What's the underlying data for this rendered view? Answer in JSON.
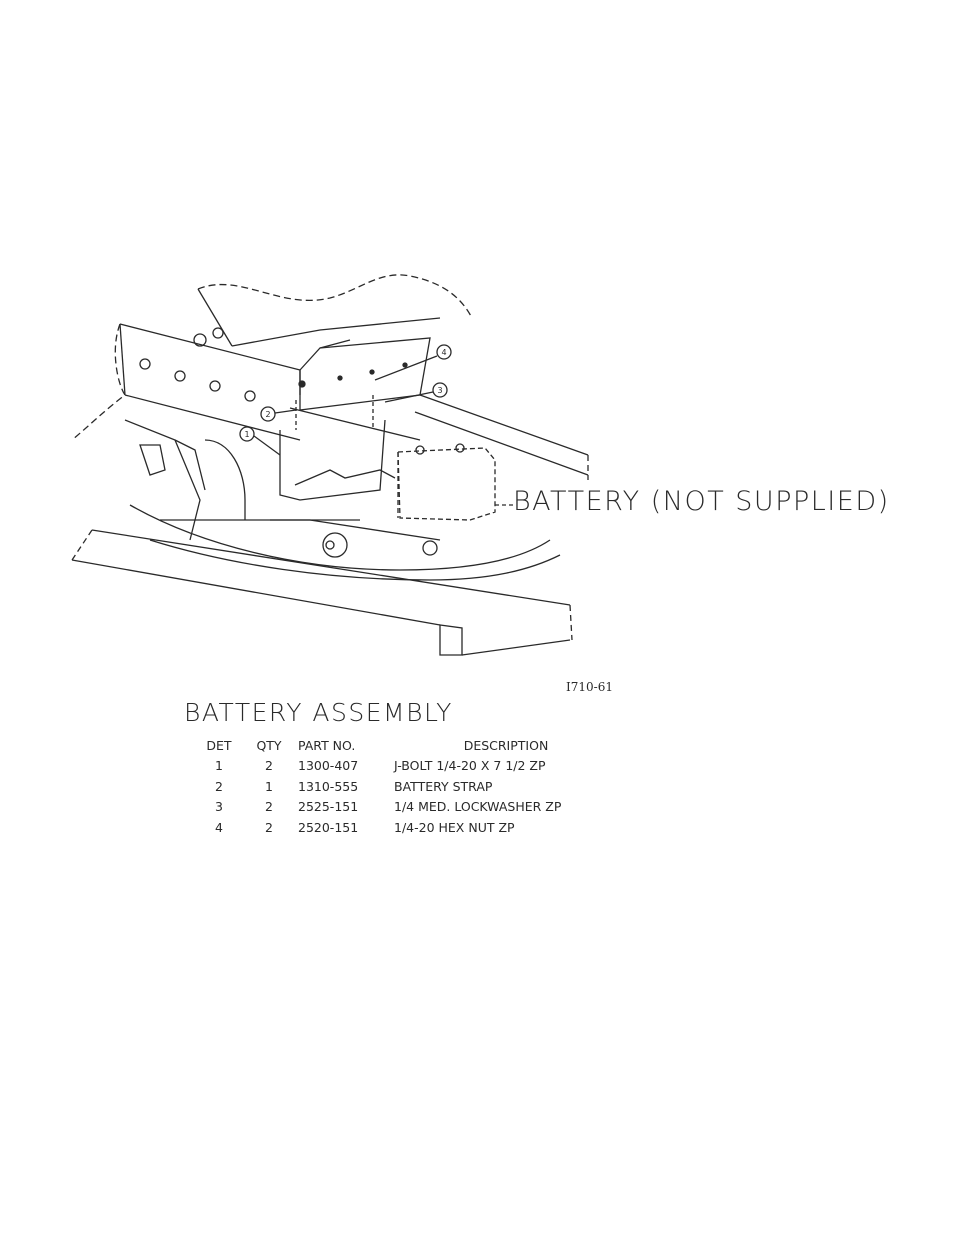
{
  "drawing": {
    "callout": "BATTERY (NOT SUPPLIED)",
    "drawing_number": "I710-61",
    "balloons": [
      "1",
      "2",
      "3",
      "4"
    ]
  },
  "assembly": {
    "title": "BATTERY ASSEMBLY",
    "columns": [
      "DET",
      "QTY",
      "PART NO.",
      "DESCRIPTION"
    ],
    "rows": [
      {
        "det": "1",
        "qty": "2",
        "part": "1300-407",
        "desc": "J-BOLT 1/4-20 X 7 1/2 ZP"
      },
      {
        "det": "2",
        "qty": "1",
        "part": "1310-555",
        "desc": "BATTERY STRAP"
      },
      {
        "det": "3",
        "qty": "2",
        "part": "2525-151",
        "desc": "1/4 MED. LOCKWASHER ZP"
      },
      {
        "det": "4",
        "qty": "2",
        "part": "2520-151",
        "desc": "1/4-20 HEX NUT ZP"
      }
    ]
  }
}
